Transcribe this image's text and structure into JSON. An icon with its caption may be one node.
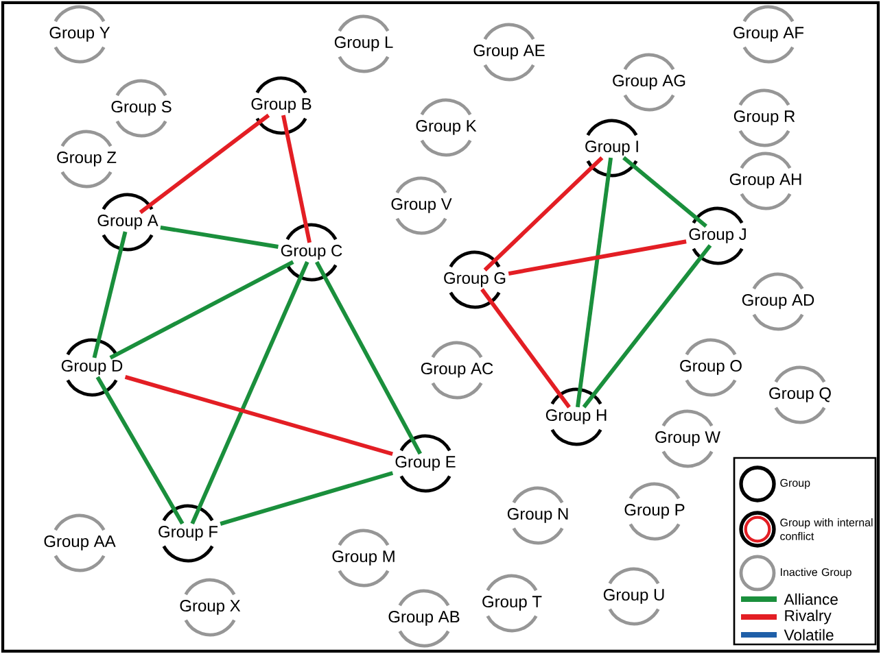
{
  "diagram": {
    "nodes": [
      {
        "text": [
          "Group Y"
        ]
      },
      {
        "text": [
          "Group L"
        ]
      },
      {
        "text": [
          "Group AE"
        ]
      },
      {
        "text": [
          "Group AF"
        ]
      },
      {
        "text": [
          "Group AG"
        ]
      },
      {
        "text": [
          "Group S"
        ]
      },
      {
        "text": [
          "Group B"
        ]
      },
      {
        "text": [
          "Group R"
        ]
      },
      {
        "text": [
          "Group K"
        ]
      },
      {
        "text": [
          "Group I"
        ]
      },
      {
        "text": [
          "Group Z"
        ]
      },
      {
        "text": [
          "Group AH"
        ]
      },
      {
        "text": [
          "Group A"
        ]
      },
      {
        "text": [
          "Group V"
        ]
      },
      {
        "text": [
          "Group C"
        ]
      },
      {
        "text": [
          "Group J"
        ]
      },
      {
        "text": [
          "Group G"
        ]
      },
      {
        "text": [
          "Group AD"
        ]
      },
      {
        "text": [
          "Group D"
        ]
      },
      {
        "text": [
          "Group AC"
        ]
      },
      {
        "text": [
          "Group O"
        ]
      },
      {
        "text": [
          "Group Q"
        ]
      },
      {
        "text": [
          "Group H"
        ]
      },
      {
        "text": [
          "Group W"
        ]
      },
      {
        "text": [
          "Group E"
        ]
      },
      {
        "text": [
          "Group N"
        ]
      },
      {
        "text": [
          "Group P"
        ]
      },
      {
        "text": [
          "Group AA"
        ]
      },
      {
        "text": [
          "Group F"
        ]
      },
      {
        "text": [
          "Group M"
        ]
      },
      {
        "text": [
          "Group T"
        ]
      },
      {
        "text": [
          "Group U"
        ]
      },
      {
        "text": [
          "Group X"
        ]
      },
      {
        "text": [
          "Group AB"
        ]
      }
    ],
    "edges": [
      {
        "from": 12,
        "to": 6,
        "arrow": "none",
        "color": "#e31e24"
      },
      {
        "from": 6,
        "to": 14,
        "arrow": "none",
        "color": "#e31e24"
      },
      {
        "from": 12,
        "to": 14,
        "arrow": "none"
      },
      {
        "from": 12,
        "to": 18,
        "arrow": "none"
      },
      {
        "from": 18,
        "to": 14,
        "arrow": "none"
      },
      {
        "from": 14,
        "to": 28,
        "arrow": "none"
      },
      {
        "from": 14,
        "to": 24,
        "arrow": "none"
      },
      {
        "from": 18,
        "to": 24,
        "arrow": "none",
        "color": "#e31e24"
      },
      {
        "from": 18,
        "to": 28,
        "arrow": "none"
      },
      {
        "from": 28,
        "to": 24,
        "arrow": "none"
      },
      {
        "from": 9,
        "to": 16,
        "arrow": "none",
        "color": "#e31e24"
      },
      {
        "from": 9,
        "to": 22,
        "arrow": "none"
      },
      {
        "from": 9,
        "to": 15,
        "arrow": "none"
      },
      {
        "from": 16,
        "to": 15,
        "arrow": "none",
        "color": "#e31e24"
      },
      {
        "from": 16,
        "to": 22,
        "arrow": "none",
        "color": "#e31e24"
      },
      {
        "from": 15,
        "to": 22,
        "arrow": "none"
      }
    ],
    "legend": [
      {
        "text": "Group"
      },
      {
        "text": "Group with internal conflict"
      },
      {
        "text": "Inactive Group"
      },
      {
        "text": "Alliance",
        "color": "#1a8f3c"
      },
      {
        "text": "Rivalry",
        "color": "#e31e24"
      },
      {
        "text": "Volatile",
        "color": "#1f5fa8"
      }
    ]
  }
}
